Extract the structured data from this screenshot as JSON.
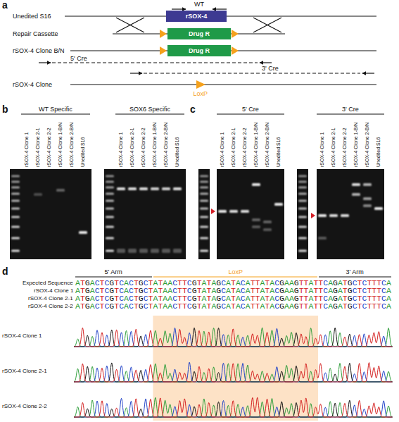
{
  "diagram": {
    "nodes": [
      {
        "text": [
          "rSOX-4"
        ]
      },
      {
        "text": [
          "Drug R"
        ]
      },
      {
        "text": [
          "Drug R"
        ]
      }
    ],
    "labels": [
      "a",
      "WT",
      "Unedited S16",
      "Repair Cassette",
      "rSOX-4 Clone B/N",
      "5' Cre",
      "3' Cre",
      "rSOX-4 Clone",
      "LoxP",
      "b",
      "WT Specific",
      "rSOX-4 Clone 1",
      "rSOX-4 Clone 2-1",
      "rSOX-4 Clone 2-2",
      "rSOX-4 Clone 1-B/N",
      "rSOX-4 Clone 2-B/N",
      "Unedited S16",
      "SOX6 Specific",
      "rSOX-4 Clone 1",
      "rSOX-4 Clone 2-1",
      "rSOX-4 Clone 2-2",
      "rSOX-4 Clone 1-B/N",
      "rSOX-4 Clone 2-B/N",
      "Unedited S16",
      "c",
      "5' Cre",
      "rSOX-4 Clone 1",
      "rSOX-4 Clone 2-1",
      "rSOX-4 Clone 2-2",
      "rSOX-4 Clone 1-B/N",
      "rSOX-4 Clone 2-B/N",
      "Unedited S16",
      "3' Cre",
      "rSOX-4 Clone 1",
      "rSOX-4 Clone 2-1",
      "rSOX-4 Clone 2-2",
      "rSOX-4 Clone 1-B/N",
      "rSOX-4 Clone 2-B/N",
      "Unedited S16",
      "d",
      "5' Arm",
      "LoxP",
      "3' Arm",
      "Expected Sequence",
      "ATGACTCGTCACTGCTATAACTTCGTATAGCATACATTATACGAAGTTATTCAGATGCTCTTTCA",
      "rSOX-4 Clone 1",
      "ATGACTCGTCACTGCTATAACTTCGTATAGCATACATTATACGAAGTTATTCAGATGCTCTTTCA",
      "rSOX-4 Clone 2-1",
      "ATGACTCGTCACTGCTATAACTTCGTATAGCATACATTATACGAAGTTATTCAGATGCTCTTTCA",
      "rSOX-4 Clone 2-2",
      "ATGACTCGTCACTGCTATAACTTCGTATAGCATACATTATACGAAGTTATTCAGATGCTCTTTCA",
      "rSOX-4 Clone 1",
      "rSOX-4 Clone 2-1",
      "rSOX-4 Clone 2-2"
    ]
  }
}
